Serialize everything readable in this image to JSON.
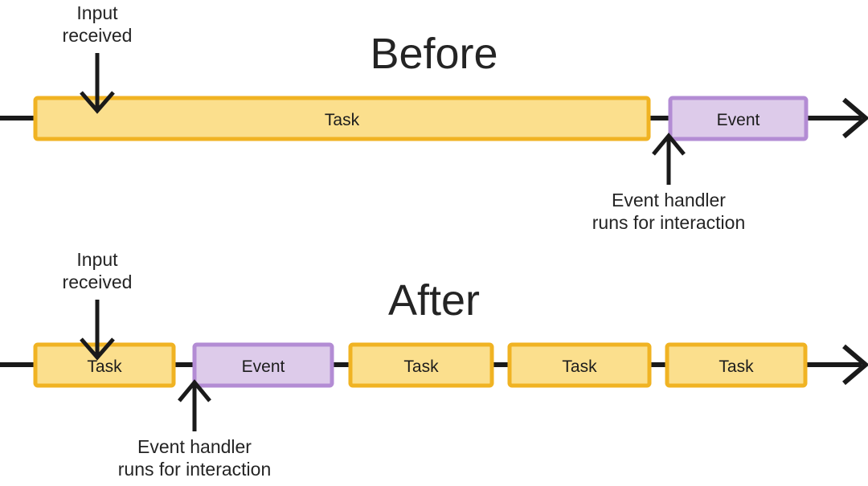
{
  "colors": {
    "task_fill": "#fbdf8d",
    "task_border": "#f0b323",
    "event_fill": "#ddcbea",
    "event_border": "#b38cd4",
    "line": "#1a1a1a",
    "text": "#242424",
    "background": "#ffffff"
  },
  "sections": [
    {
      "id": "before",
      "title": "Before",
      "input_annotation": {
        "line1": "Input",
        "line2": "received",
        "arrow": "down-arrow-icon"
      },
      "handler_annotation": {
        "line1": "Event handler",
        "line2": "runs for interaction",
        "arrow": "up-arrow-icon"
      },
      "timeline": {
        "arrow_end": "timeline-arrow-icon",
        "blocks": [
          {
            "label": "Task",
            "type": "task"
          },
          {
            "label": "Event",
            "type": "event"
          }
        ]
      }
    },
    {
      "id": "after",
      "title": "After",
      "input_annotation": {
        "line1": "Input",
        "line2": "received",
        "arrow": "down-arrow-icon"
      },
      "handler_annotation": {
        "line1": "Event handler",
        "line2": "runs for interaction",
        "arrow": "up-arrow-icon"
      },
      "timeline": {
        "arrow_end": "timeline-arrow-icon",
        "blocks": [
          {
            "label": "Task",
            "type": "task"
          },
          {
            "label": "Event",
            "type": "event"
          },
          {
            "label": "Task",
            "type": "task"
          },
          {
            "label": "Task",
            "type": "task"
          },
          {
            "label": "Task",
            "type": "task"
          }
        ]
      }
    }
  ]
}
